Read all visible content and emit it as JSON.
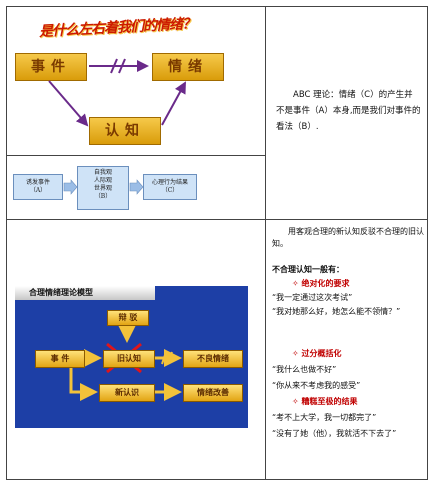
{
  "panel1": {
    "title": "是什么左右着我们的情绪？",
    "box_event": "事件",
    "box_emotion": "情绪",
    "box_cognition": "认知"
  },
  "panel2": {
    "box_a_line1": "诱发事件",
    "box_a_line2": "（A）",
    "box_b_line1": "自我观",
    "box_b_line2": "人际观",
    "box_b_line3": "世界观",
    "box_b_line4": "（B）",
    "box_c_line1": "心理行为结果",
    "box_c_line2": "（C）"
  },
  "abc_text": "ABC 理论：情绪（C）的产生并不是事件（A）本身,而是我们对事件的看法（B）.",
  "diagram": {
    "title": "合理情绪理论模型",
    "refute": "辩 驳",
    "event": "事 件",
    "old": "旧认知",
    "bad": "不良情绪",
    "new": "新认识",
    "improve": "情绪改善"
  },
  "right_text": {
    "intro": "用客观合理的新认知反驳不合理的旧认知。",
    "heading": "不合理认知一般有：",
    "item1_title": "绝对化的要求",
    "item1_q1": "“我一定通过这次考试”",
    "item1_q2": "“我对她那么好，她怎么能不领情？”",
    "item2_title": "过分概括化",
    "item2_q1": "“我什么也做不好”",
    "item2_q2": "“你从来不考虑我的感受”",
    "item3_title": "糟糕至极的结果",
    "item3_q1": "“考不上大学，我一切都完了”",
    "item3_q2": "“没有了她（他），我就活不下去了”",
    "bullet": "✧"
  },
  "colors": {
    "diagram_bg": "#1d3fa6",
    "heading_red": "#cc1a00",
    "box_gold": "#e2a413",
    "item_red": "#c00000"
  }
}
